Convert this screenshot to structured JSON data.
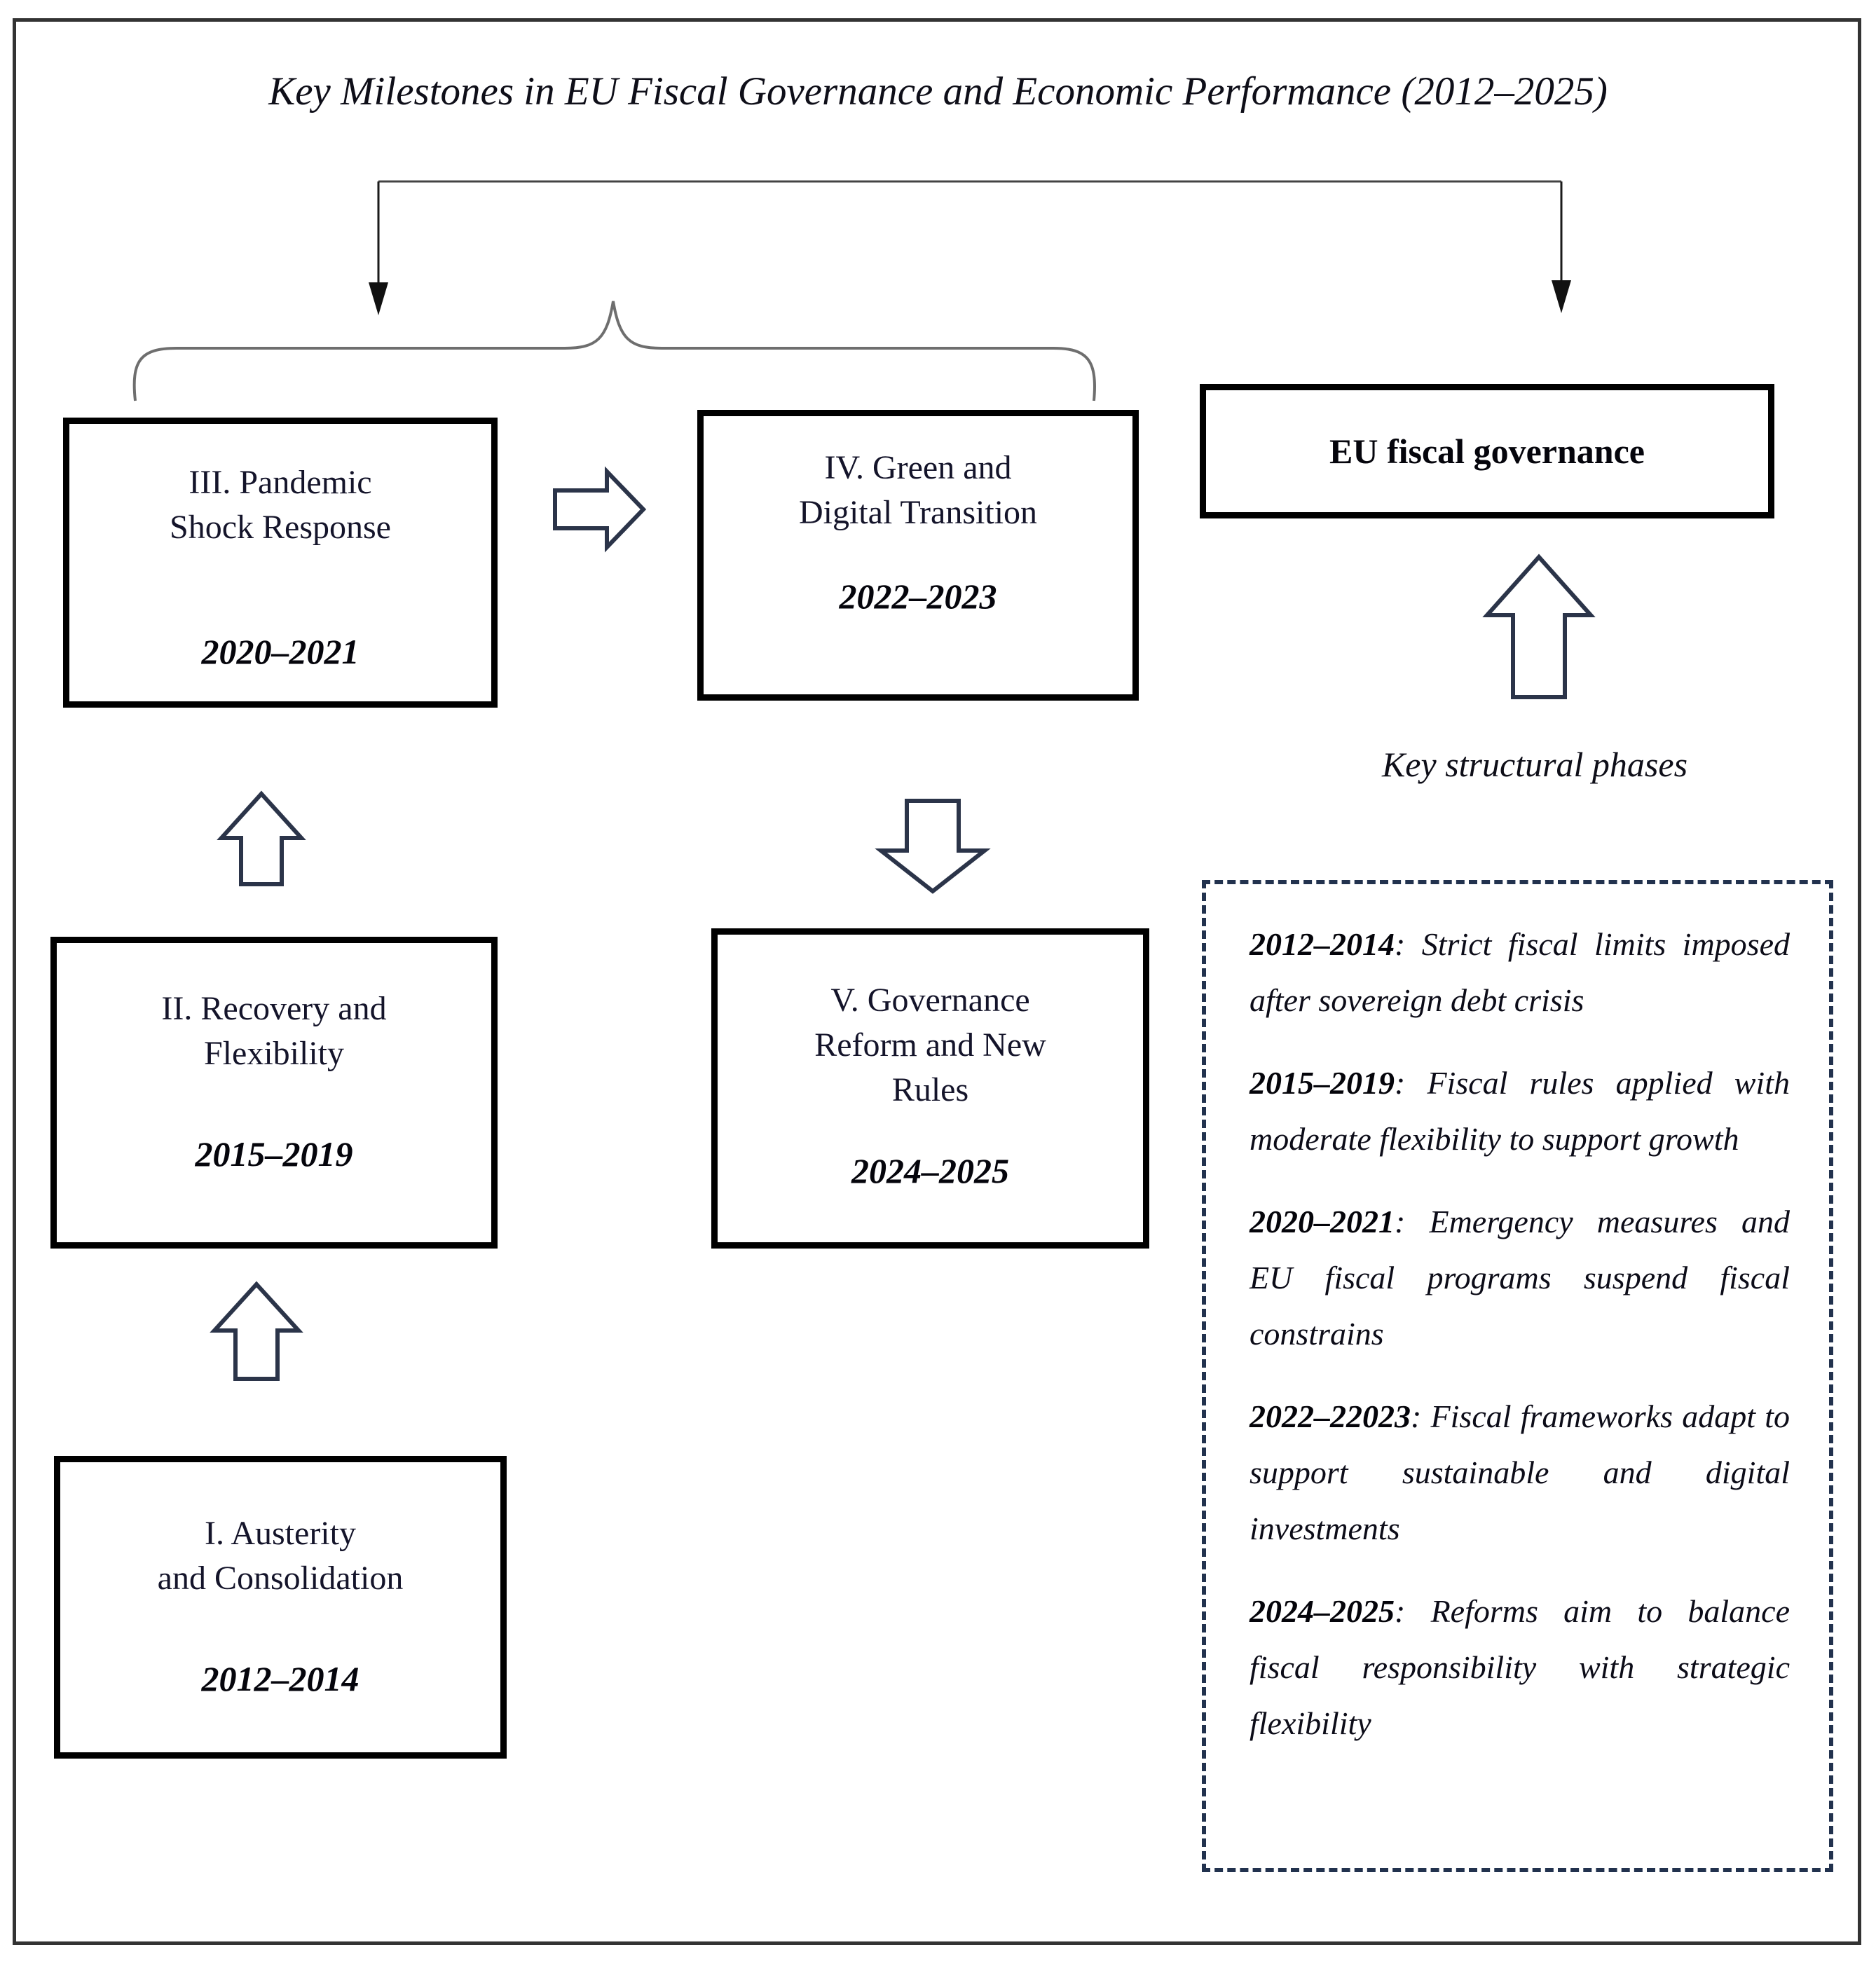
{
  "title": "Key Milestones in EU Fiscal Governance and Economic Performance (2012–2025)",
  "boxes": {
    "phase1": {
      "lines": [
        "I. Austerity",
        "and Consolidation"
      ],
      "years": "2012–2014"
    },
    "phase2": {
      "lines": [
        "II. Recovery and",
        "Flexibility"
      ],
      "years": "2015–2019"
    },
    "phase3": {
      "lines": [
        "III. Pandemic",
        "Shock Response"
      ],
      "years": "2020–2021"
    },
    "phase4": {
      "lines": [
        "IV. Green and",
        "Digital Transition"
      ],
      "years": "2022–2023"
    },
    "phase5": {
      "lines": [
        "V. Governance",
        "Reform and New",
        "Rules"
      ],
      "years": "2024–2025"
    },
    "governance": {
      "label": "EU fiscal governance"
    }
  },
  "caption": "Key structural phases",
  "legend": {
    "separator": ": ",
    "items": [
      {
        "period": "2012–2014",
        "text": "Strict fiscal limits imposed after sovereign debt crisis"
      },
      {
        "period": "2015–2019",
        "text": "Fiscal rules applied with moderate flexibility to support growth"
      },
      {
        "period": "2020–2021",
        "text": "Emergency measures and EU fiscal programs suspend fiscal constrains"
      },
      {
        "period": "2022–22023",
        "text": "Fiscal frameworks adapt to support sustainable and digital investments"
      },
      {
        "period": "2024–2025",
        "text": "Reforms aim to balance fiscal responsibility with strategic flexibility"
      }
    ]
  },
  "colors": {
    "box_border": "#000000",
    "block_arrow_outline": "#2b3449",
    "thin_arrow": "#1a1a1a",
    "brace": "#6e6e6e",
    "dashed_border": "#22324e",
    "text": "#10101c"
  }
}
